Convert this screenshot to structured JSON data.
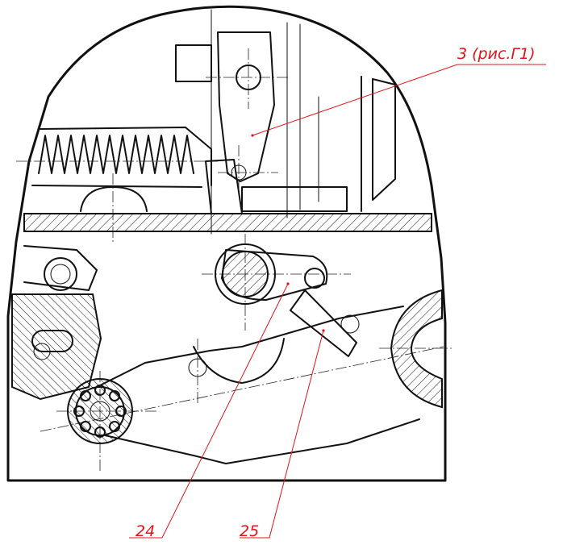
{
  "callouts": [
    {
      "id": "3",
      "text": "3 (рис.Г1)"
    },
    {
      "id": "24",
      "text": "24"
    },
    {
      "id": "25",
      "text": "25"
    }
  ],
  "colors": {
    "line": "#111111",
    "callout": "#e0141b",
    "background": "#ffffff"
  }
}
